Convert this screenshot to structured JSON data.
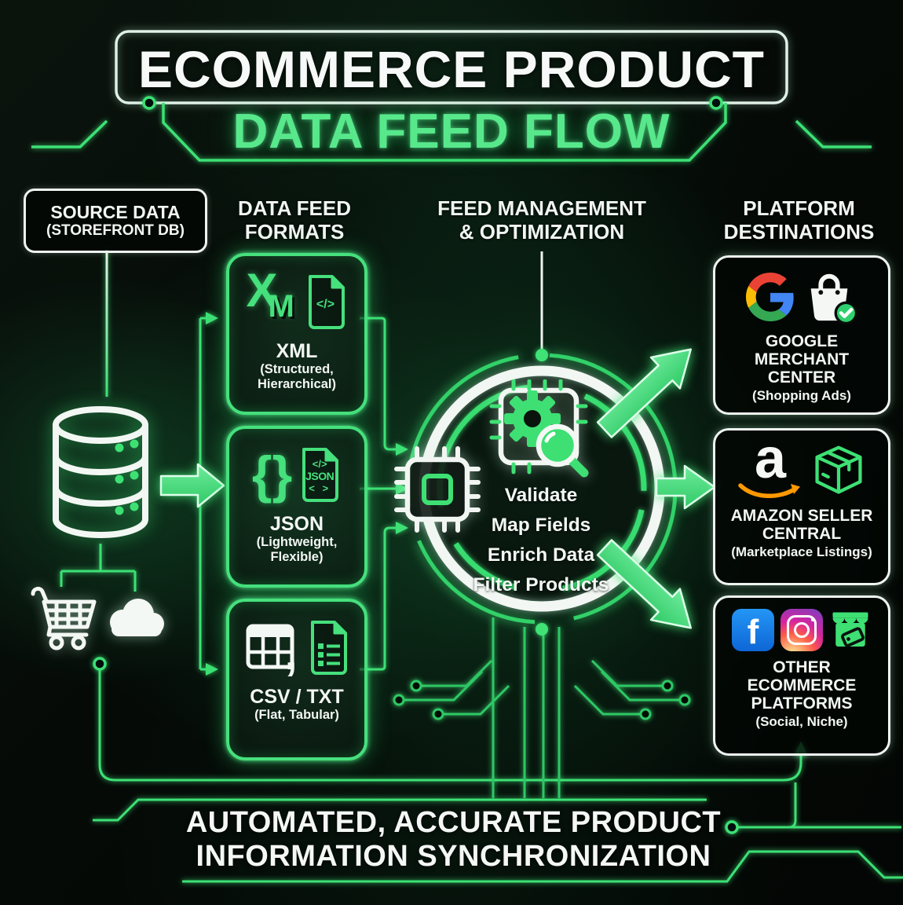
{
  "title": {
    "line1": "ECOMMERCE PRODUCT",
    "line2": "DATA FEED FLOW"
  },
  "columns": {
    "source": {
      "line1": "SOURCE DATA",
      "line2": "(STOREFRONT DB)"
    },
    "formats": {
      "line1": "DATA FEED",
      "line2": "FORMATS"
    },
    "management": {
      "line1": "FEED MANAGEMENT",
      "line2": "& OPTIMIZATION"
    },
    "destinations": {
      "line1": "PLATFORM",
      "line2": "DESTINATIONS"
    }
  },
  "formats": [
    {
      "title": "XML",
      "subtitle": "(Structured, Hierarchical)",
      "glyph_main": "X",
      "glyph_sub": "M",
      "doc_text": "</>"
    },
    {
      "title": "JSON",
      "subtitle": "(Lightweight, Flexible)",
      "brace_left": "{",
      "brace_right": "}",
      "doc_line1": "</>",
      "doc_line2": "JSON",
      "doc_line3": "< >"
    },
    {
      "title": "CSV / TXT",
      "subtitle": "(Flat, Tabular)",
      "comma": ","
    }
  ],
  "processing": {
    "steps": [
      "Validate",
      "Map Fields",
      "Enrich Data",
      "Filter Products"
    ]
  },
  "destinations": [
    {
      "title": "GOOGLE MERCHANT CENTER",
      "subtitle": "(Shopping Ads)"
    },
    {
      "title": "AMAZON SELLER CENTRAL",
      "subtitle": "(Marketplace Listings)",
      "logo_letter": "a"
    },
    {
      "title": "OTHER ECOMMERCE PLATFORMS",
      "subtitle": "(Social, Niche)",
      "facebook_letter": "f"
    }
  ],
  "footer": {
    "line1": "AUTOMATED, ACCURATE PRODUCT",
    "line2": "INFORMATION SYNCHRONIZATION"
  },
  "colors": {
    "accent_green": "#3ee074",
    "neon_green": "#58e88c",
    "white": "#f3f7f4",
    "google_blue": "#4285F4",
    "google_red": "#EA4335",
    "google_yellow": "#FBBC05",
    "google_green": "#34A853",
    "facebook_blue": "#1877F2",
    "amazon_orange": "#FF9900",
    "check_green": "#2fd06e"
  }
}
